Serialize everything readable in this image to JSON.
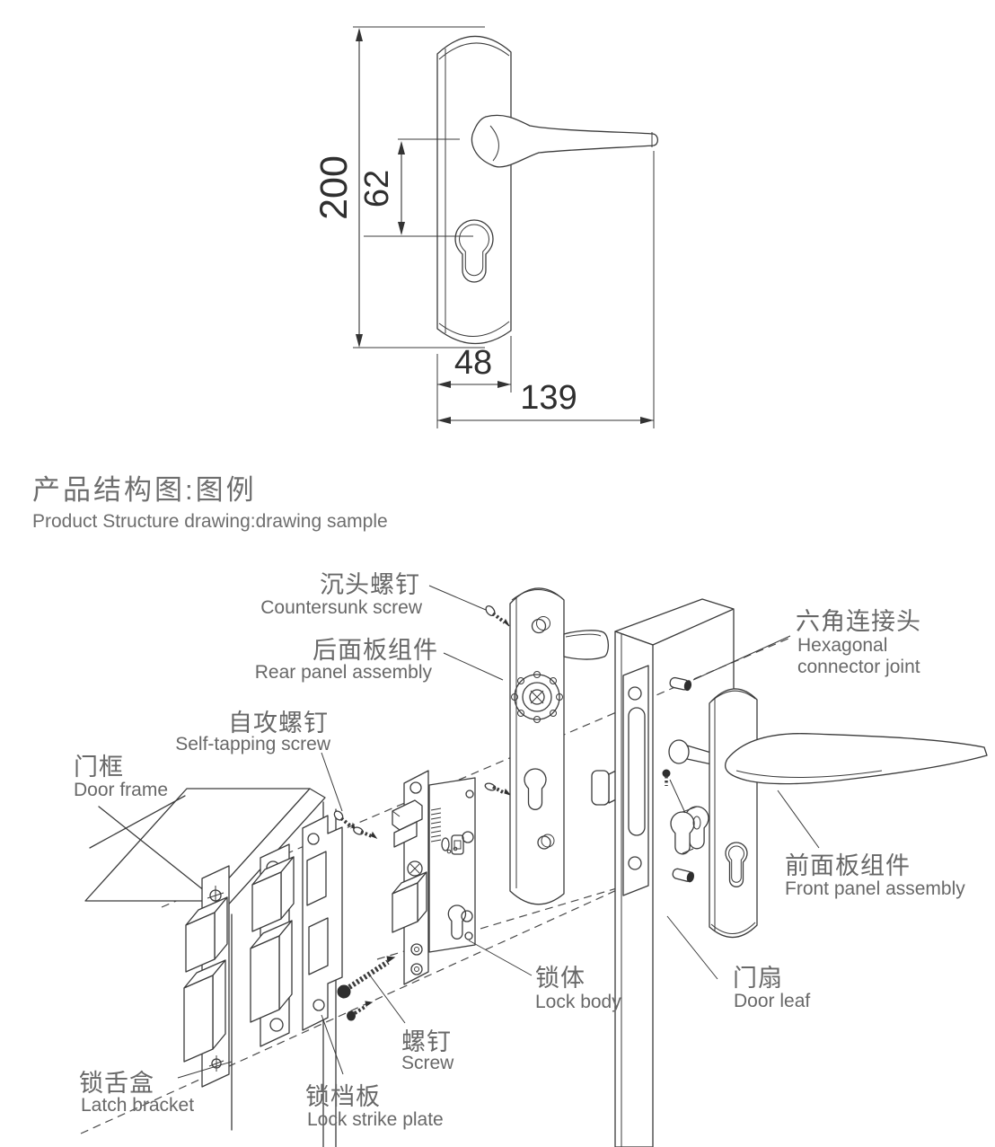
{
  "title": {
    "zh": "产品结构图:图例",
    "en": "Product Structure drawing:drawing sample"
  },
  "dimensions": {
    "plate_height": "200",
    "handle_to_keyhole": "62",
    "plate_width": "48",
    "overall_width": "139"
  },
  "labels": {
    "countersunk": {
      "zh": "沉头螺钉",
      "en": "Countersunk screw"
    },
    "rear_panel": {
      "zh": "后面板组件",
      "en": "Rear panel assembly"
    },
    "hex_connector": {
      "zh": "六角连接头",
      "en_line1": "Hexagonal",
      "en_line2": "connector joint"
    },
    "self_tapping": {
      "zh": "自攻螺钉",
      "en": "Self-tapping screw"
    },
    "door_frame": {
      "zh": "门框",
      "en": "Door frame"
    },
    "front_panel": {
      "zh": "前面板组件",
      "en": "Front panel assembly"
    },
    "lock_body": {
      "zh": "锁体",
      "en": "Lock body"
    },
    "door_leaf": {
      "zh": "门扇",
      "en": "Door leaf"
    },
    "screw": {
      "zh": "螺钉",
      "en": "Screw"
    },
    "latch_bracket": {
      "zh": "锁舌盒",
      "en": "Latch bracket"
    },
    "strike_plate": {
      "zh": "锁档板",
      "en": "Lock strike plate"
    }
  },
  "colors": {
    "background": "#ffffff",
    "drawing_line": "#3b3b3b",
    "label_text": "#686868",
    "dimension_text": "#2f2f2f"
  }
}
